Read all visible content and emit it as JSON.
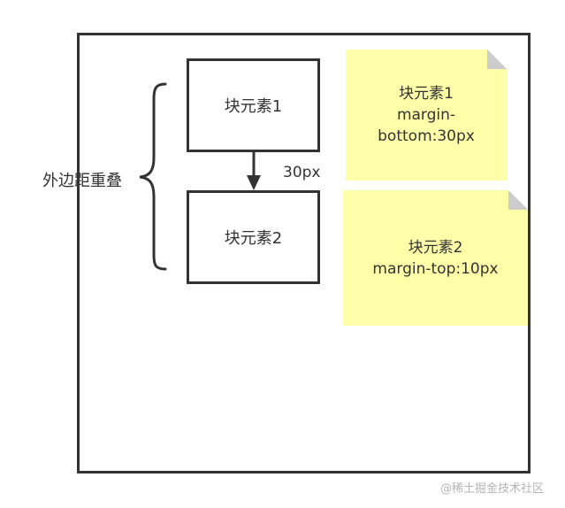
{
  "blocks": {
    "block1_label": "块元素1",
    "block2_label": "块元素2"
  },
  "gap_label": "30px",
  "overlap_label": "外边距重叠",
  "notes": {
    "note1_line1": "块元素1",
    "note1_line2": "margin-",
    "note1_line3": "bottom:30px",
    "note2_line1": "块元素2",
    "note2_line2": "margin-top:10px"
  },
  "watermark": "@稀土掘金技术社区",
  "colors": {
    "stroke": "#333333",
    "note_fill": "#ffffaa",
    "note_fold": "#cccccc",
    "watermark": "#b4b4b4"
  }
}
